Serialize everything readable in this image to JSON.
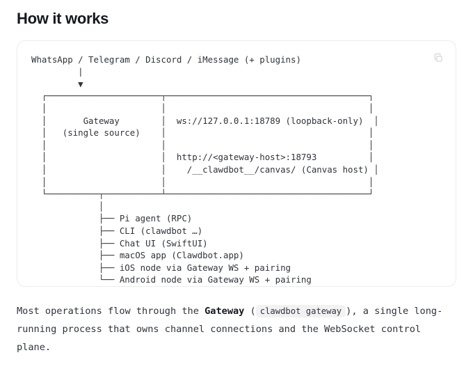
{
  "page": {
    "title": "How it works"
  },
  "code_card": {
    "copy_icon_label": "copy-icon",
    "ascii_diagram": "WhatsApp / Telegram / Discord / iMessage (+ plugins)\n         |\n         ▼\n  ┌──────────────────────┬───────────────────────────────────────┐\n  │                      │                                       │\n  │       Gateway        │  ws://127.0.0.1:18789 (loopback-only)  │\n  │   (single source)    │                                       │\n  │                      │                                       │\n  │                      │  http://<gateway-host>:18793          │\n  │                      │    /__clawdbot__/canvas/ (Canvas host) │\n  │                      │                                       │\n  └──────────┬───────────┴───────────────────────────────────────┘\n             │\n             ├── Pi agent (RPC)\n             ├── CLI (clawdbot …)\n             ├── Chat UI (SwiftUI)\n             ├── macOS app (Clawdbot.app)\n             ├── iOS node via Gateway WS + pairing\n             └── Android node via Gateway WS + pairing",
    "diagram_data": {
      "source_line": "WhatsApp / Telegram / Discord / iMessage (+ plugins)",
      "arrow": "▼",
      "box": {
        "left_lines": [
          "Gateway",
          "(single source)"
        ],
        "right_lines": [
          "ws://127.0.0.1:18789 (loopback-only)",
          "",
          "http://<gateway-host>:18793",
          "  /__clawdbot__/canvas/ (Canvas host)"
        ]
      },
      "children": [
        "Pi agent (RPC)",
        "CLI (clawdbot …)",
        "Chat UI (SwiftUI)",
        "macOS app (Clawdbot.app)",
        "iOS node via Gateway WS + pairing",
        "Android node via Gateway WS + pairing"
      ]
    }
  },
  "paragraph": {
    "part1": "Most operations flow through the ",
    "bold": "Gateway",
    "part2": " (",
    "code": "clawdbot gateway",
    "part3": "), a single long-running process that owns channel connections and the WebSocket control plane."
  }
}
